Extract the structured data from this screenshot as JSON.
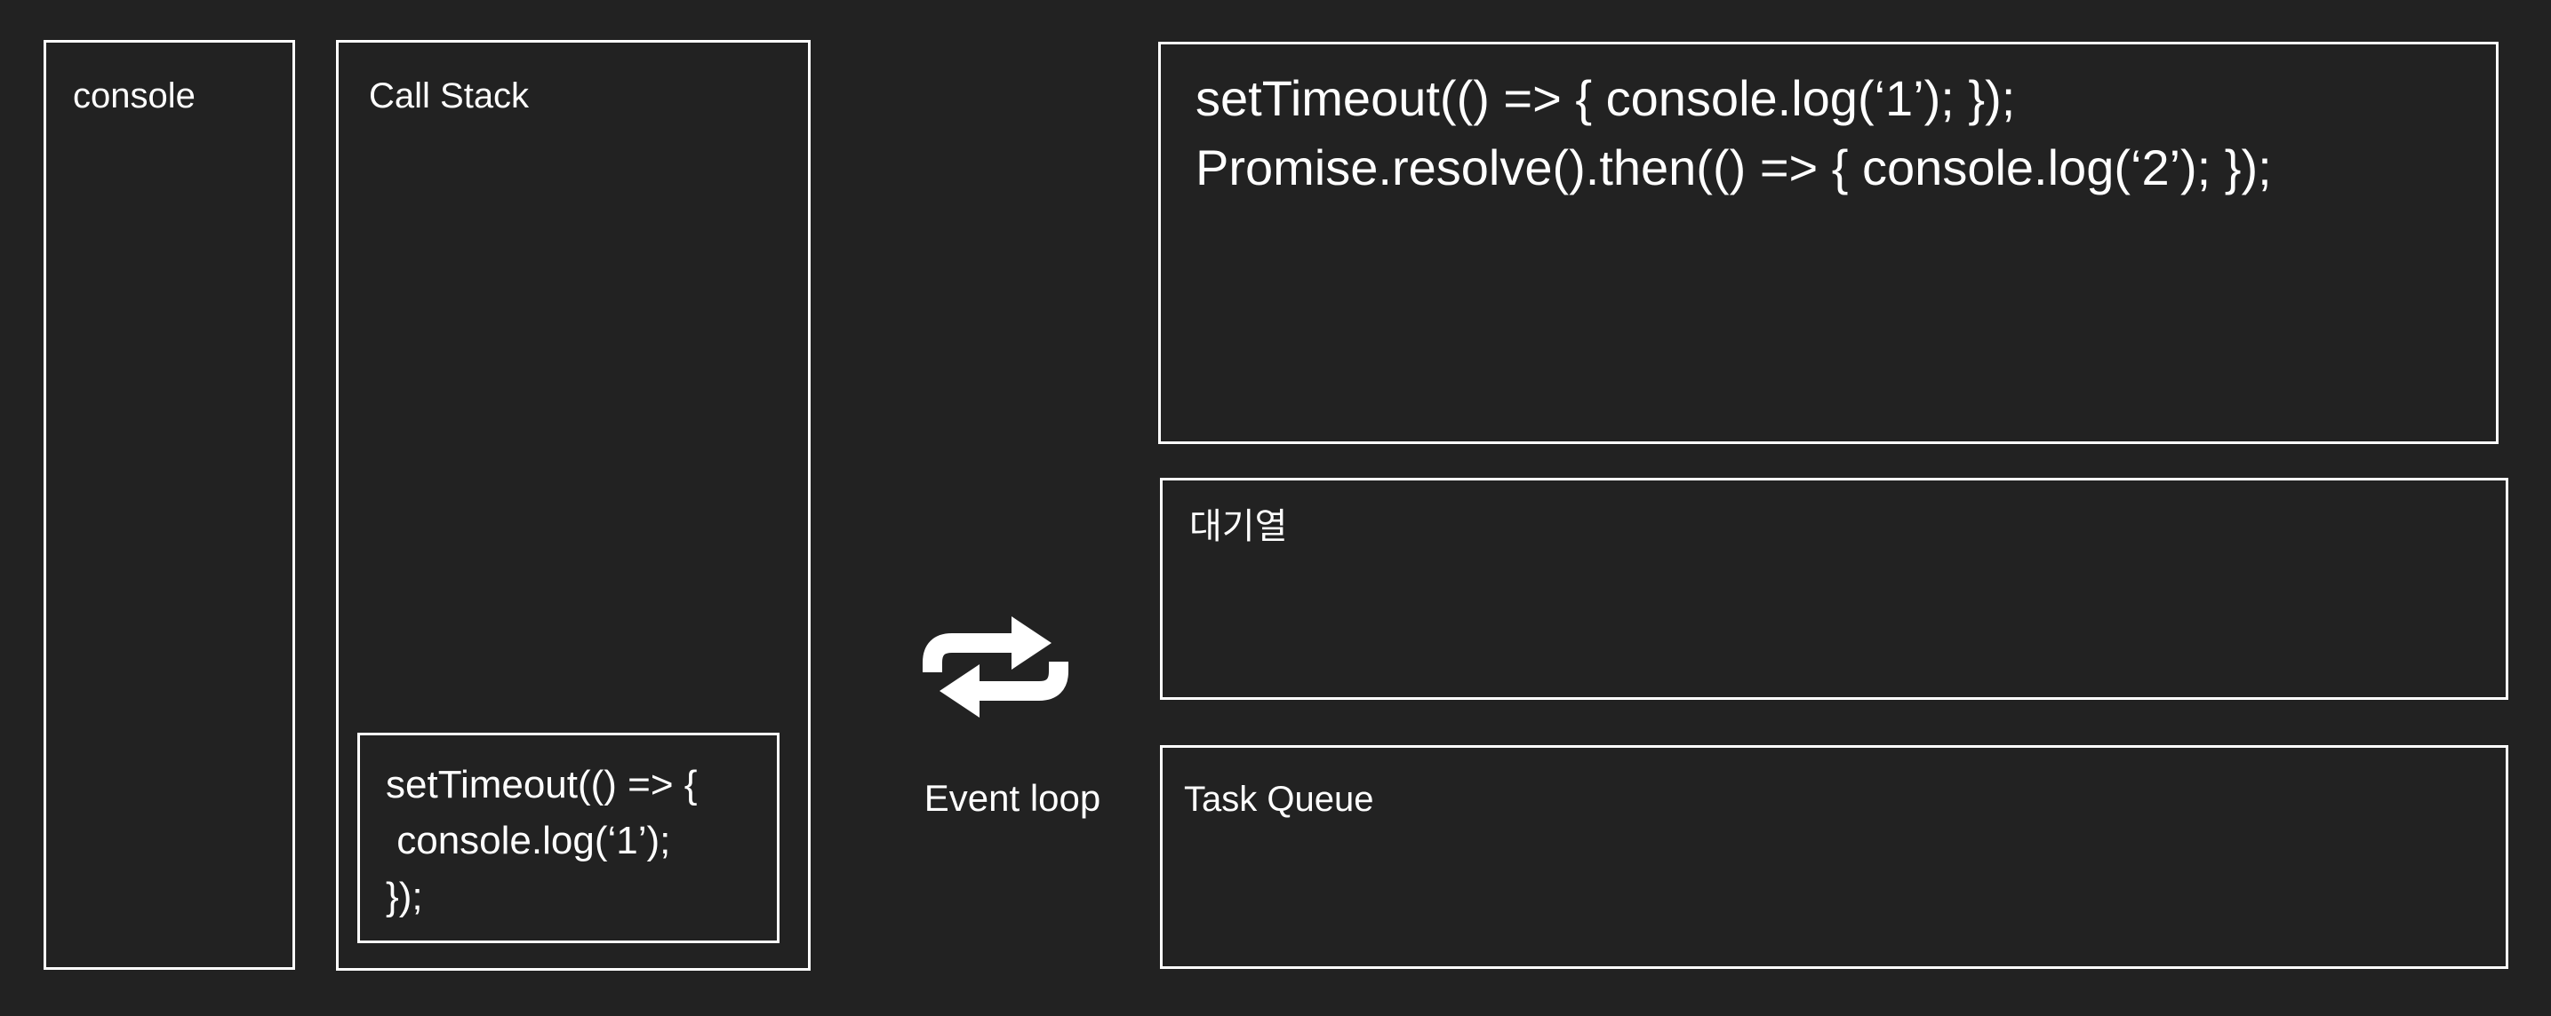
{
  "colors": {
    "background": "#222222",
    "border": "#ffffff",
    "text": "#ffffff"
  },
  "console_panel": {
    "label": "console"
  },
  "call_stack_panel": {
    "label": "Call Stack",
    "frame_lines": [
      "setTimeout(() => {",
      " console.log(‘1’);",
      "});"
    ]
  },
  "code_panel": {
    "lines": [
      "setTimeout(() => { console.log(‘1’); });",
      "Promise.resolve().then(() => { console.log(‘2’); });"
    ]
  },
  "event_loop": {
    "label": "Event loop",
    "icon": "repeat-arrows-icon"
  },
  "microtask_queue_panel": {
    "label": "대기열"
  },
  "task_queue_panel": {
    "label": "Task Queue"
  }
}
